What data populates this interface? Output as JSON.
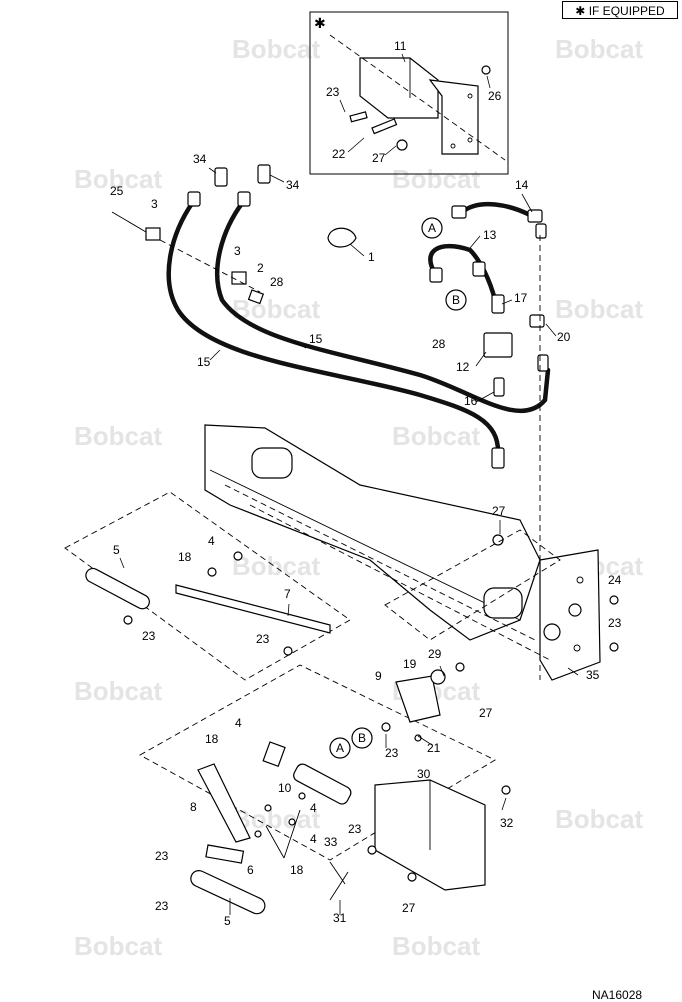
{
  "note": {
    "symbol": "✱",
    "text": "IF EQUIPPED"
  },
  "inset_marker": "✱",
  "figure_id": "NA16028",
  "watermark": "Bobcat",
  "callouts": [
    "11",
    "23",
    "26",
    "22",
    "27",
    "34",
    "34",
    "25",
    "3",
    "14",
    "13",
    "1",
    "3",
    "2",
    "28",
    "17",
    "15",
    "15",
    "28",
    "12",
    "20",
    "16",
    "27",
    "5",
    "4",
    "18",
    "7",
    "23",
    "23",
    "24",
    "23",
    "9",
    "19",
    "29",
    "35",
    "27",
    "23",
    "21",
    "4",
    "18",
    "8",
    "10",
    "30",
    "4",
    "4",
    "32",
    "23",
    "33",
    "6",
    "18",
    "23",
    "27",
    "5",
    "31"
  ],
  "bubbles": {
    "a": "A",
    "b": "B"
  }
}
